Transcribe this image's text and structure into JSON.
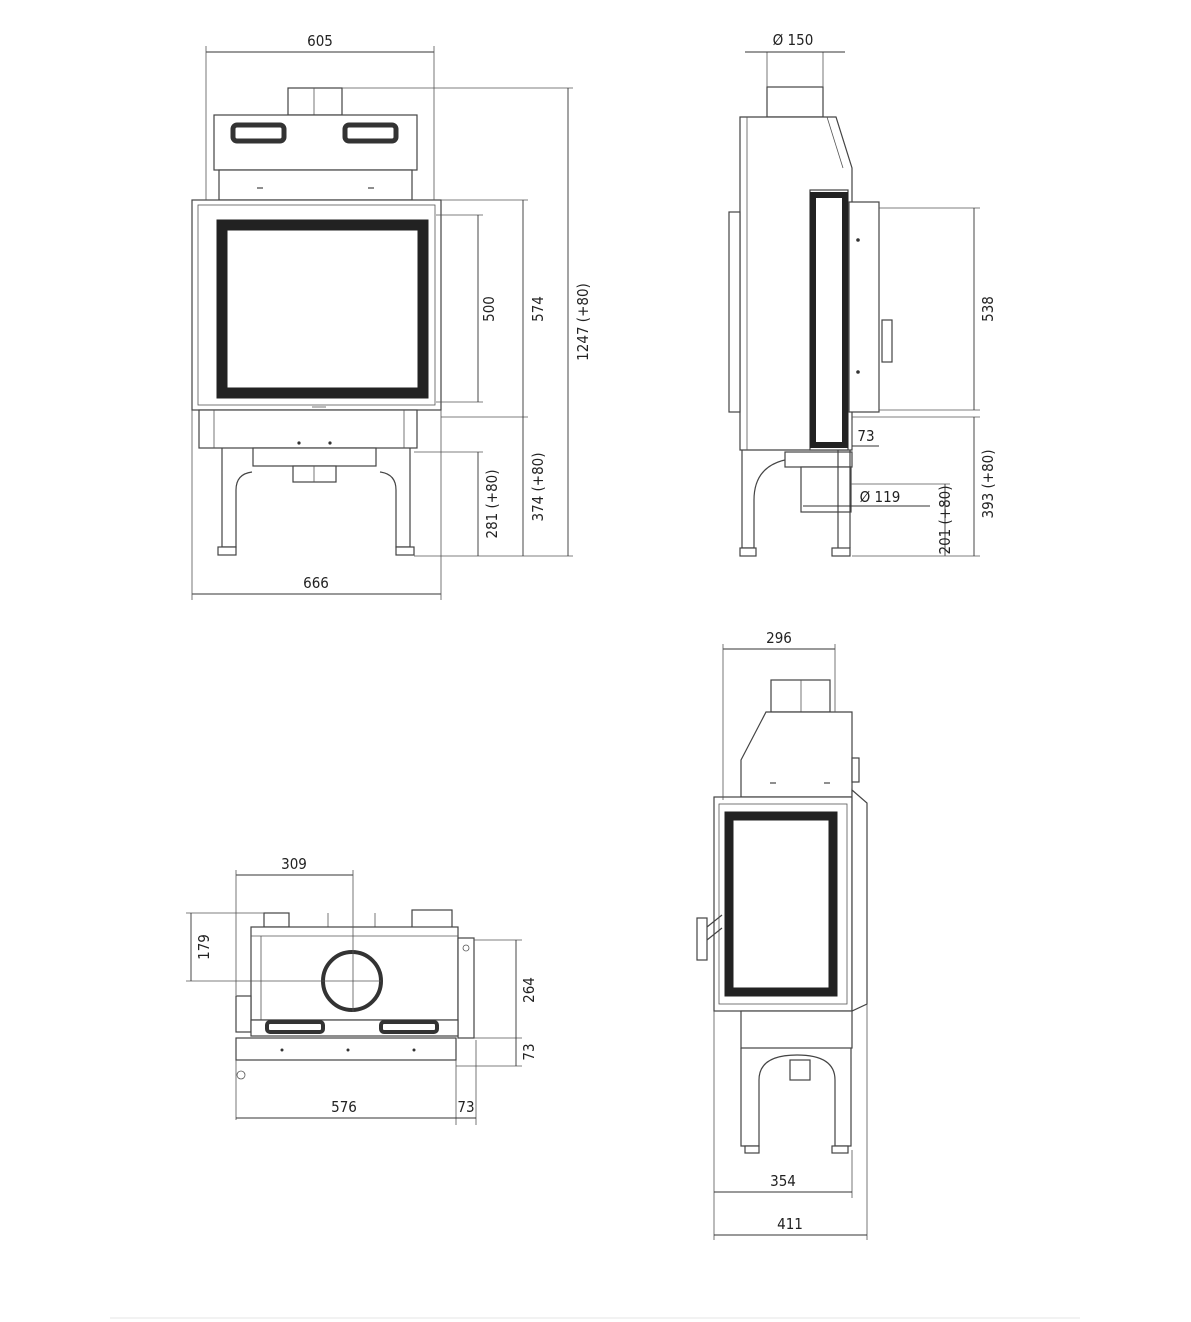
{
  "views": {
    "front": {
      "width_top": "605",
      "width_bottom": "666",
      "glass_height": "500",
      "door_height": "574",
      "total_height": "1247 (+80)",
      "leg_height": "281 (+80)",
      "base_height": "374 (+80)"
    },
    "side": {
      "flue_diameter": "Ø 150",
      "door_height": "538",
      "door_depth": "73",
      "air_inlet_diameter": "Ø 119",
      "inlet_height": "201 (+80)",
      "base_height": "393 (+80)"
    },
    "top": {
      "flue_offset": "309",
      "flue_depth": "179",
      "body_depth": "264",
      "frame_depth": "73",
      "body_width": "576",
      "frame_width": "73"
    },
    "rear_side": {
      "top_width": "296",
      "width_354": "354",
      "width_411": "411"
    }
  }
}
